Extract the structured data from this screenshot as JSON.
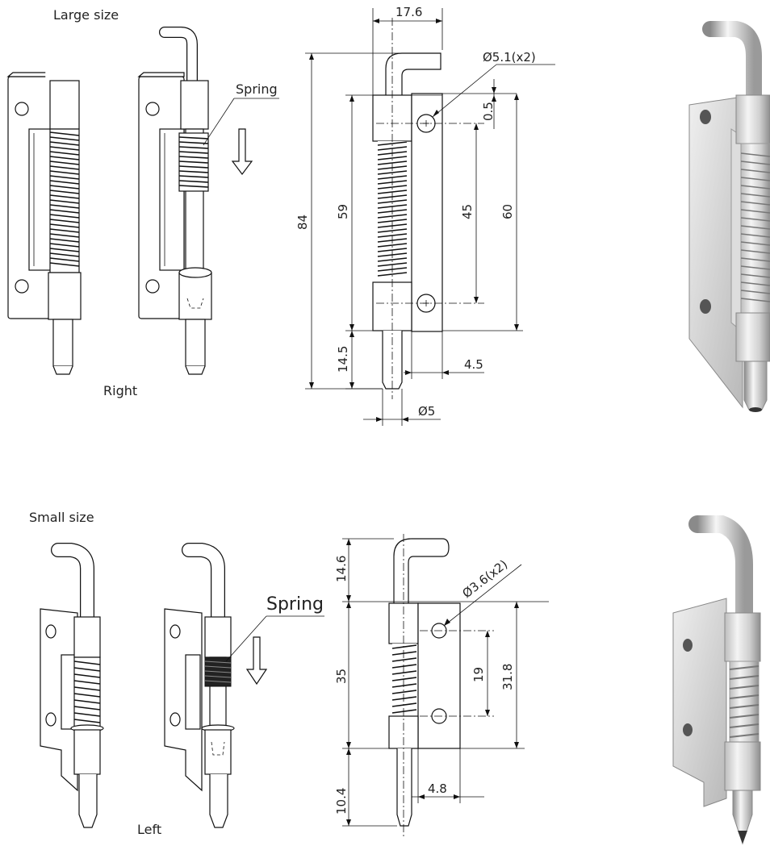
{
  "large": {
    "title": "Large size",
    "spring_label": "Spring",
    "orientation": "Right",
    "dims": {
      "width_top": "17.6",
      "hole_dia": "Ø5.1(x2)",
      "hole_offset": "0.5",
      "overall": "84",
      "plate": "59",
      "hole_spacing": "45",
      "plate_outer": "60",
      "pin_tip": "14.5",
      "offset": "4.5",
      "pin_dia": "Ø5"
    }
  },
  "small": {
    "title": "Small size",
    "spring_label": "Spring",
    "orientation": "Left",
    "dims": {
      "top": "14.6",
      "hole_dia": "Ø3.6(x2)",
      "plate": "35",
      "hole_spacing": "19",
      "plate_outer": "31.8",
      "pin_tip": "10.4",
      "offset": "4.8"
    }
  },
  "colors": {
    "line": "#111111",
    "metal_light": "#e6e6e6",
    "metal_dark": "#9a9a9a"
  }
}
